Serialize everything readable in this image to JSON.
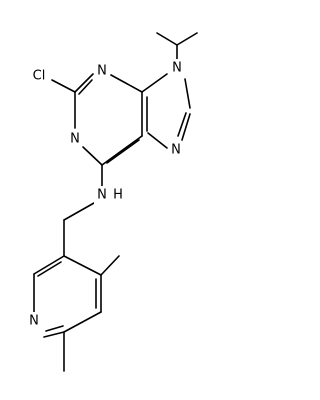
{
  "atom_labels": {
    "chloro": "Cl",
    "n3": "N",
    "n1": "N",
    "n9": "N",
    "n7": "N",
    "amine": "N",
    "amine_h": "H",
    "pyridine_n": "N"
  },
  "colors": {
    "bond": "#000000",
    "background": "#ffffff"
  }
}
